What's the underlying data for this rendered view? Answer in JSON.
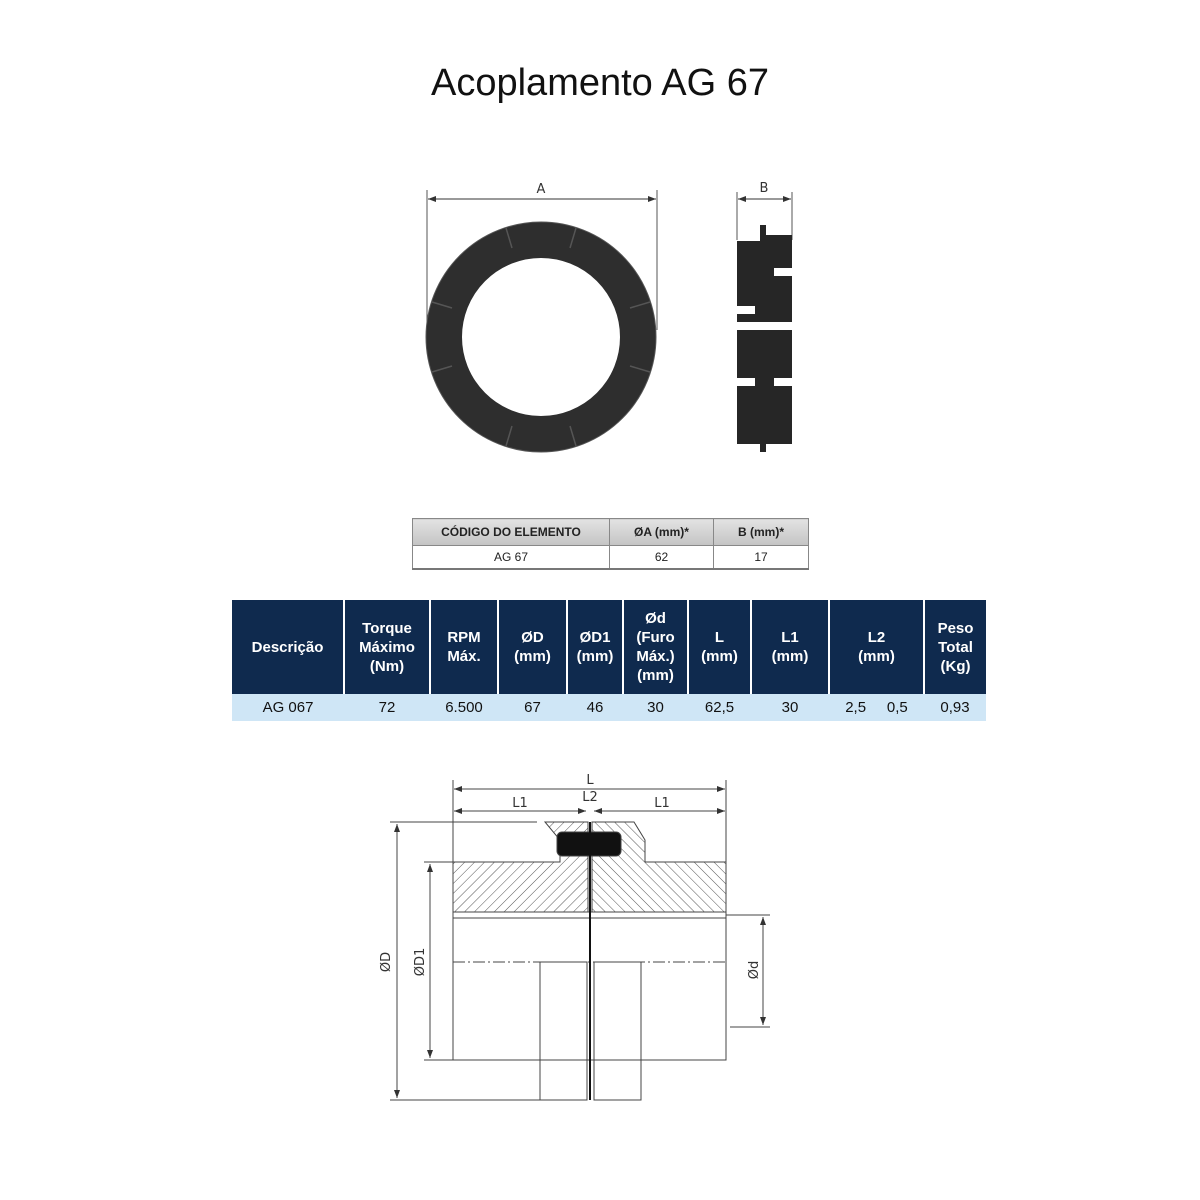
{
  "title": "Acoplamento AG 67",
  "diagram_labels": {
    "A": "A",
    "B": "B",
    "L": "L",
    "L1": "L1",
    "L2": "L2",
    "D": "ØD",
    "D1": "ØD1",
    "d": "Ød"
  },
  "element_table": {
    "headers": [
      "CÓDIGO DO ELEMENTO",
      "ØA (mm)*",
      "B (mm)*"
    ],
    "rows": [
      [
        "AG 67",
        "62",
        "17"
      ]
    ]
  },
  "spec_table": {
    "headers": [
      [
        "Descrição"
      ],
      [
        "Torque",
        "Máximo",
        "(Nm)"
      ],
      [
        "RPM",
        "Máx."
      ],
      [
        "ØD",
        "(mm)"
      ],
      [
        "ØD1",
        "(mm)"
      ],
      [
        "Ød",
        "(Furo",
        "Máx.)",
        "(mm)"
      ],
      [
        "L",
        "(mm)"
      ],
      [
        "L1",
        "(mm)"
      ],
      [
        "L2",
        "(mm)"
      ],
      [
        "Peso",
        "Total",
        "(Kg)"
      ]
    ],
    "rows": [
      [
        "AG 067",
        "72",
        "6.500",
        "67",
        "46",
        "30",
        "62,5",
        "30",
        "2,5     0,5",
        "0,93"
      ]
    ]
  },
  "colors": {
    "header_bg": "#0f2a4e",
    "row_bg": "#cfe6f6"
  }
}
